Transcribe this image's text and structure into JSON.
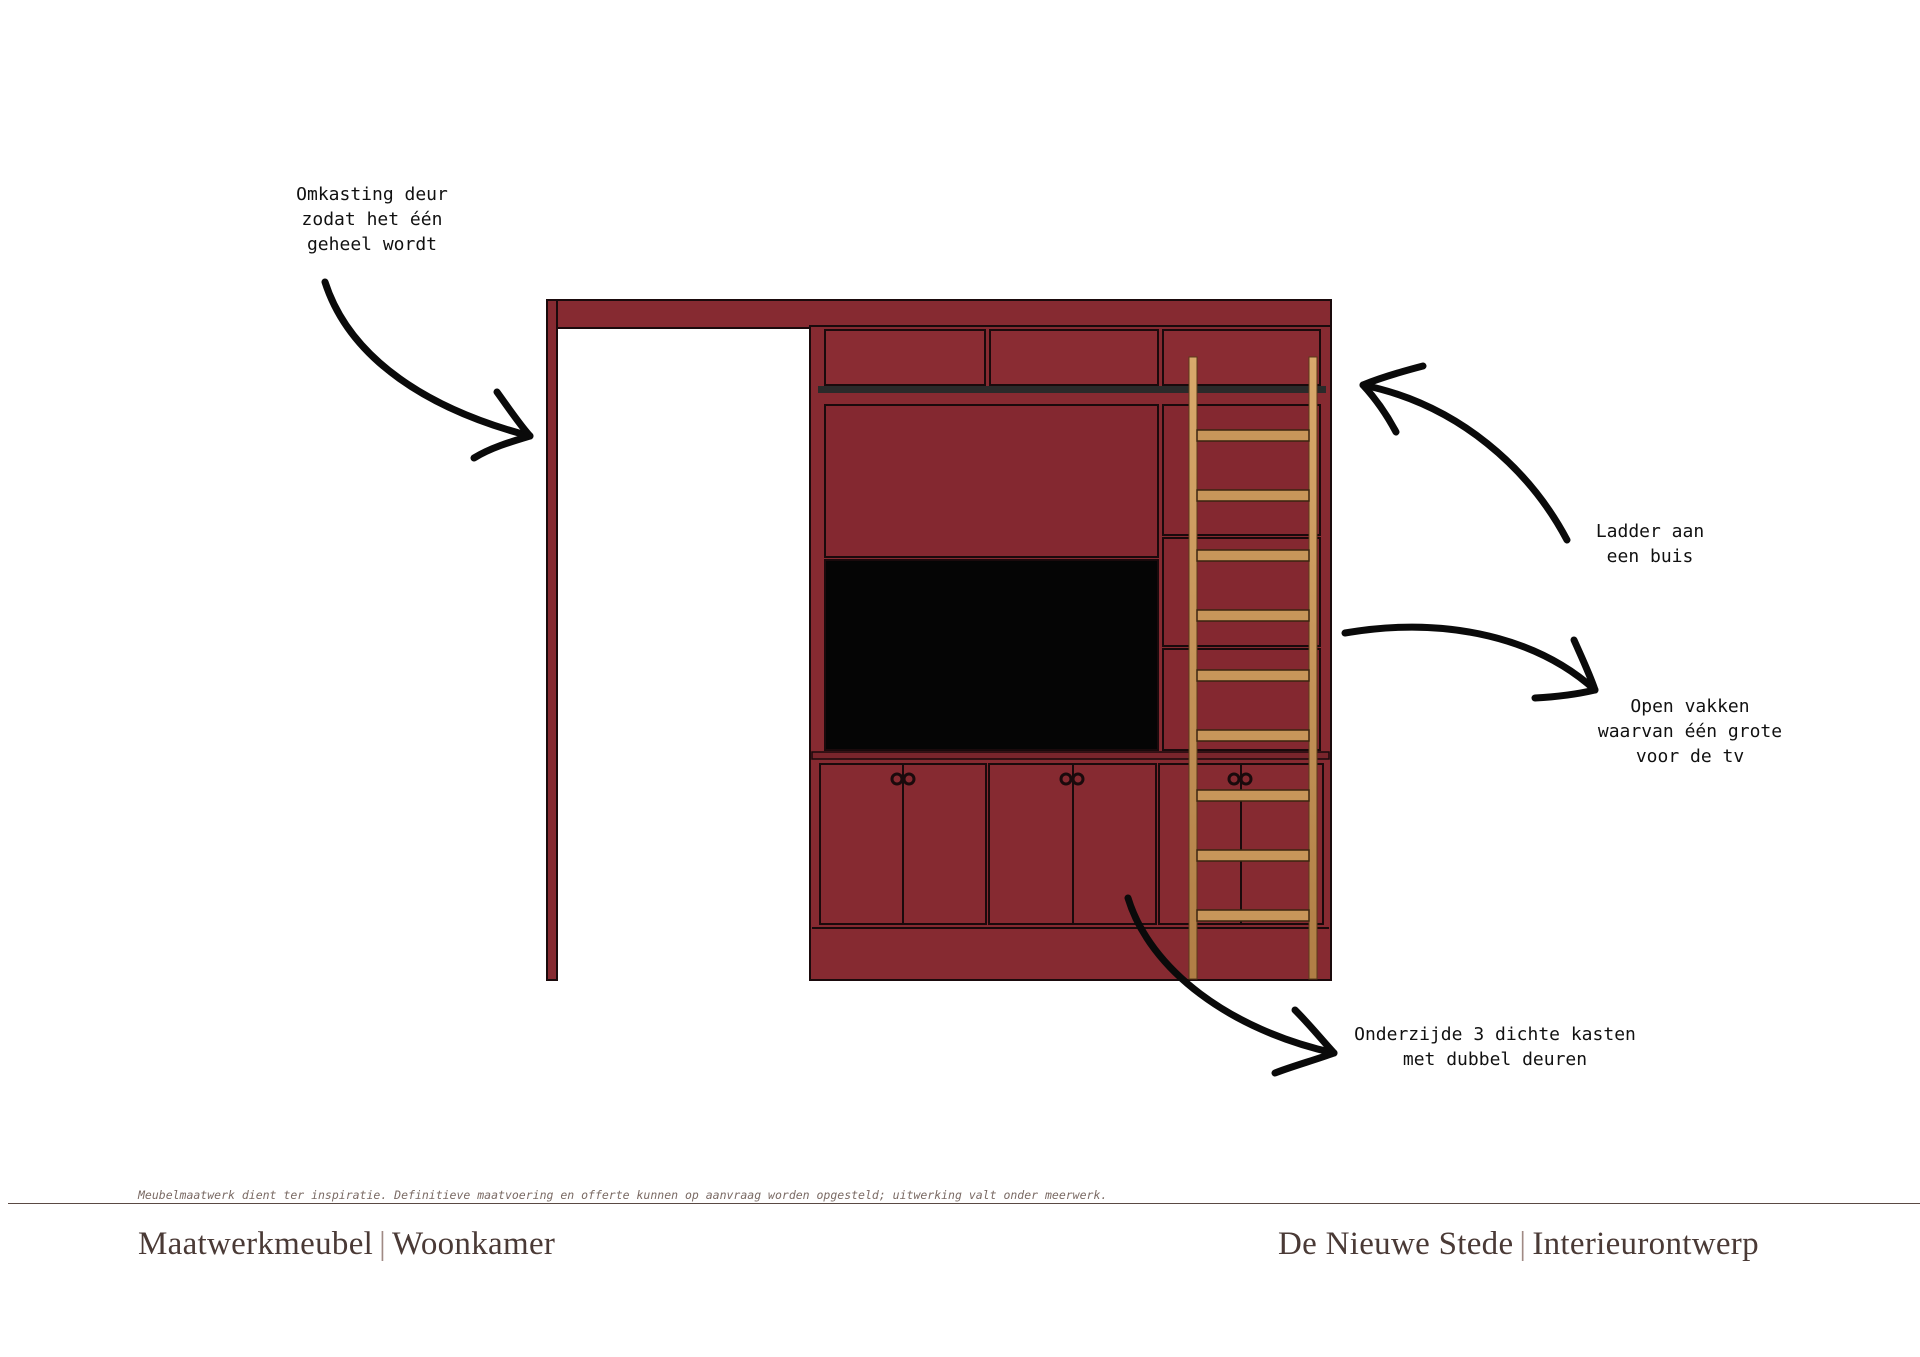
{
  "annotations": {
    "door_casing": "Omkasting deur\nzodat het één\ngeheel wordt",
    "ladder": "Ladder aan\neen buis",
    "open_shelves": "Open vakken\nwaarvan één grote\nvoor de tv",
    "bottom_cabinets": "Onderzijde 3 dichte kasten\nmet dubbel deuren"
  },
  "footer": {
    "disclaimer": "Meubelmaatwerk dient ter inspiratie. Definitieve maatvoering en offerte kunnen op aanvraag worden opgesteld; uitwerking valt onder meerwerk.",
    "left_title_1": "Maatwerkmeubel",
    "left_title_2": "Woonkamer",
    "right_title_1": "De Nieuwe Stede",
    "right_title_2": "Interieurontwerp",
    "separator": "|"
  },
  "colors": {
    "cabinet_red": "#862a31",
    "outline": "#1a0a0c",
    "tv_black": "#050505",
    "ladder_wood": "#c8965a",
    "rail": "#2a2a2a",
    "arrow": "#0a0a0a"
  },
  "icons": [
    "arrow-icon"
  ]
}
